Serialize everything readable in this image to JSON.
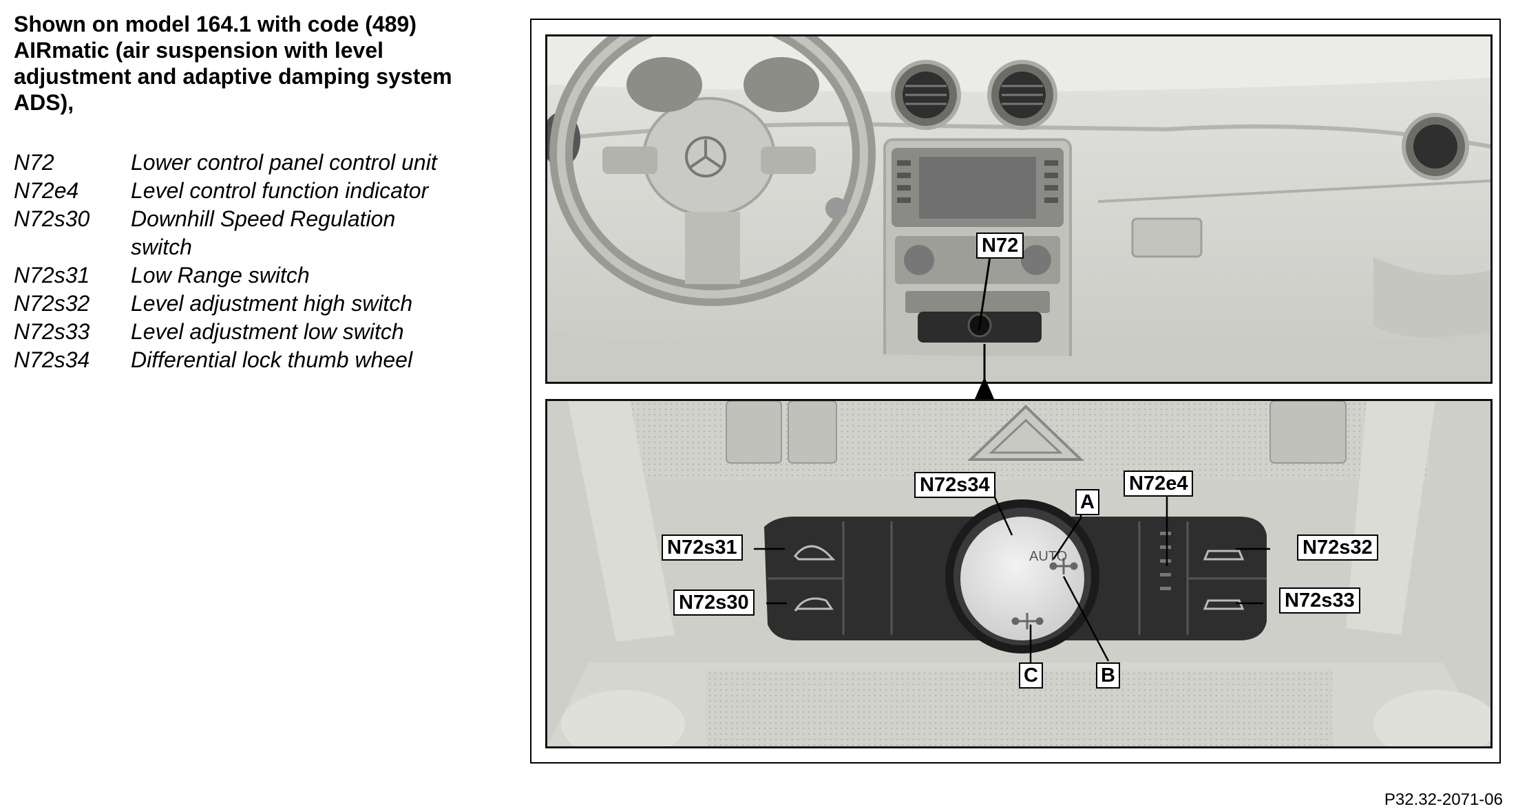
{
  "heading": {
    "line1": "Shown on model 164.1 with code (489)",
    "line2": "AIRmatic (air suspension with level",
    "line3": "adjustment and adaptive damping system",
    "line4": "ADS),"
  },
  "legend": [
    {
      "code": "N72",
      "desc": "Lower control panel control unit"
    },
    {
      "code": "N72e4",
      "desc": "Level control function indicator"
    },
    {
      "code": "N72s30",
      "desc": "Downhill Speed Regulation switch"
    },
    {
      "code": "N72s31",
      "desc": "Low Range switch"
    },
    {
      "code": "N72s32",
      "desc": "Level adjustment high switch"
    },
    {
      "code": "N72s33",
      "desc": "Level adjustment low switch"
    },
    {
      "code": "N72s34",
      "desc": "Differential lock thumb wheel"
    }
  ],
  "callouts": {
    "n72": "N72",
    "n72s34": "N72s34",
    "a": "A",
    "n72e4": "N72e4",
    "n72s31": "N72s31",
    "n72s32": "N72s32",
    "n72s30": "N72s30",
    "n72s33": "N72s33",
    "c": "C",
    "b": "B"
  },
  "dial_text": "AUTO",
  "figure_code": "P32.32-2071-06"
}
